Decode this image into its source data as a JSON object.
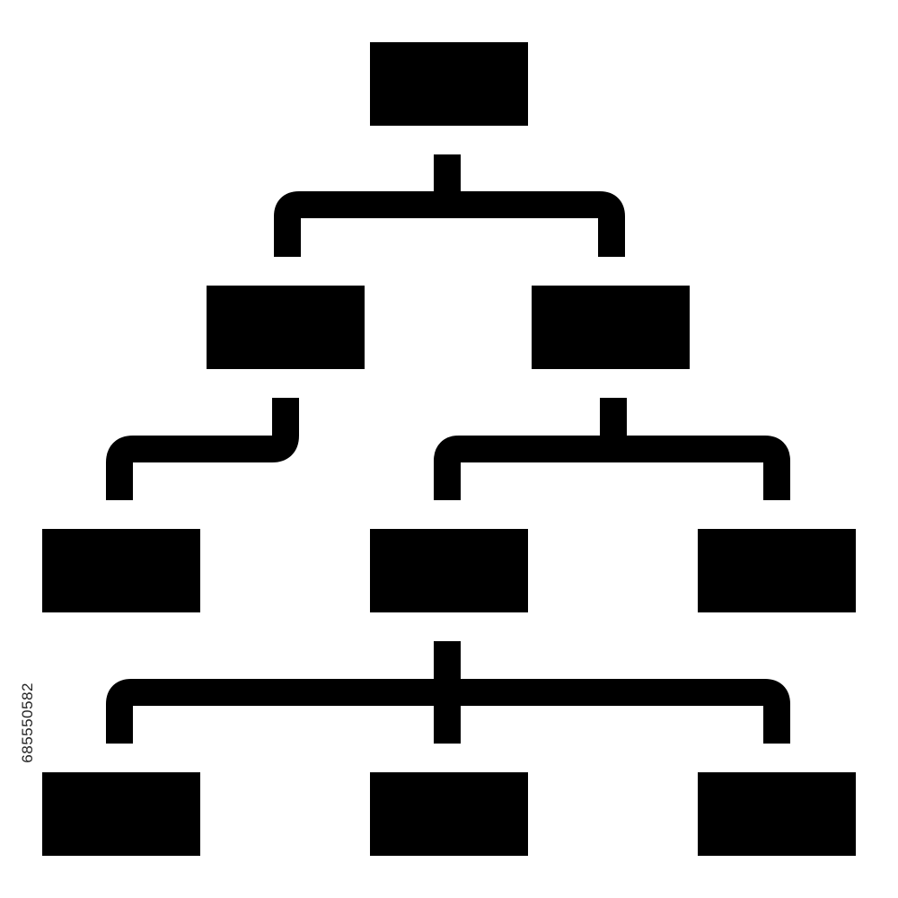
{
  "diagram": {
    "type": "hierarchy-org-chart-icon",
    "icon_color": "#000000",
    "background_color": "#ffffff",
    "levels": [
      {
        "level": 1,
        "node_count": 1
      },
      {
        "level": 2,
        "node_count": 2
      },
      {
        "level": 3,
        "node_count": 3
      },
      {
        "level": 4,
        "node_count": 3
      }
    ],
    "connections": [
      {
        "from": "level-1-node-1",
        "to": [
          "level-2-node-1",
          "level-2-node-2"
        ]
      },
      {
        "from": "level-2-node-1",
        "to": [
          "level-3-node-1"
        ]
      },
      {
        "from": "level-2-node-2",
        "to": [
          "level-3-node-2",
          "level-3-node-3"
        ]
      },
      {
        "from": "level-3-node-2",
        "to": [
          "level-4-node-1",
          "level-4-node-2",
          "level-4-node-3"
        ]
      }
    ]
  },
  "stock_id": "685550582"
}
